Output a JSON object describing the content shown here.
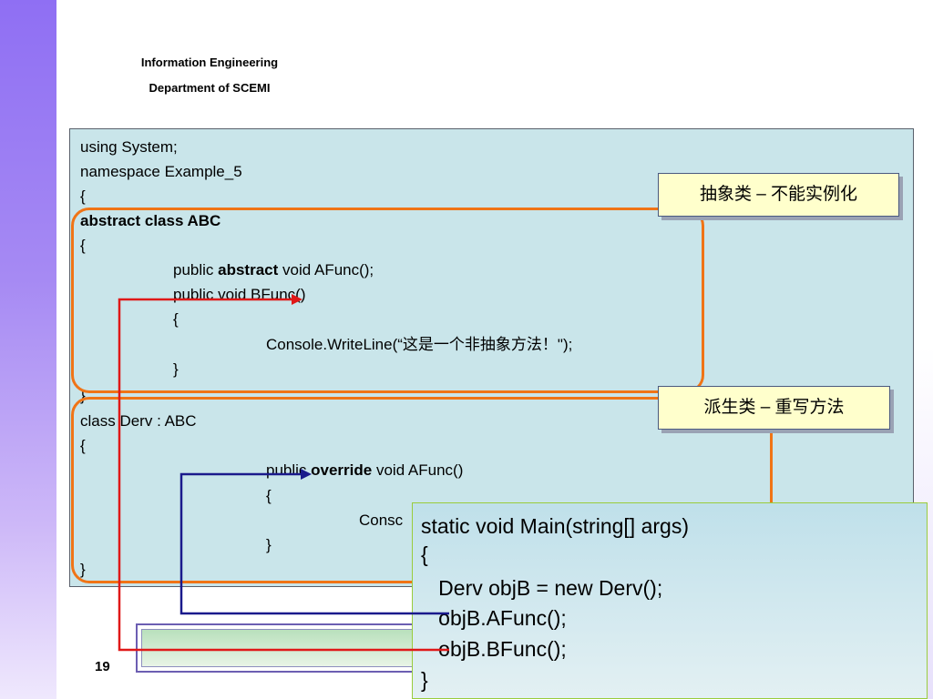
{
  "header": {
    "line1": "Information Engineering",
    "line2": "Department of SCEMI"
  },
  "code": [
    "using System;",
    "namespace Example_5",
    "{",
    "abstract class ABC",
    "{",
    "public ",
    "abstract",
    " void AFunc();",
    "public void BFunc()",
    "{",
    "Console.WriteLine(“这是一个非抽象方法！\");",
    "}",
    "}",
    "class Derv : ABC",
    "{",
    "public ",
    "override",
    " void AFunc()",
    "{",
    "Consc",
    "}",
    "}"
  ],
  "labels": {
    "abstract_note": "抽象类 – 不能实例化",
    "derived_note": "派生类 – 重写方法"
  },
  "main_code": [
    "static void Main(string[] args)",
    "{",
    "   Derv objB = new Derv();",
    "   objB.AFunc();",
    "   objB.BFunc();",
    "}"
  ],
  "page_number": "19",
  "colors": {
    "sidebar": "#9b7ef3",
    "code_bg": "#c9e5ea",
    "highlight": "#f07416",
    "arrow_red": "#e01818",
    "arrow_blue": "#1a1a8c",
    "label_bg": "#ffffcc"
  }
}
